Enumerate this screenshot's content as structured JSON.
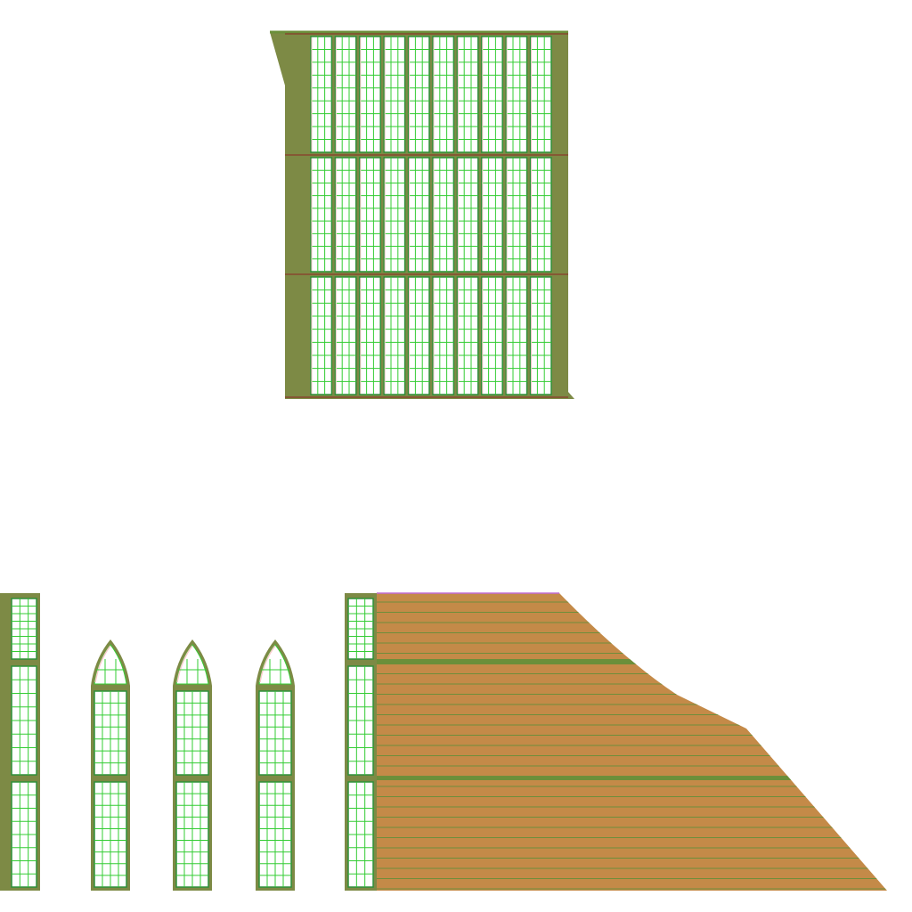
{
  "texture_sheet": {
    "palette": {
      "background": "#ffffff",
      "frame": "#7d8a45",
      "frame_edge": "#5f6b2f",
      "glass": "#ffffff",
      "mullion": "#2f8f3a",
      "pane_line": "#33cc33",
      "glass_tint": "#f7c9c9",
      "roof_red": "#8a3a2a",
      "wood": "#c48a48",
      "wood_line": "#6e8e3b",
      "band": "#6b8f3a"
    },
    "icons": {
      "large_panel": "greenhouse-glass-wall",
      "side_strip": "framed-glass-strip",
      "arched_windows": "gothic-arch-window",
      "plank_panel": "sloped-wood-wall"
    },
    "grid": {
      "large_panel_columns": 10,
      "large_panel_rows": 3,
      "arched_window_count": 3
    }
  }
}
